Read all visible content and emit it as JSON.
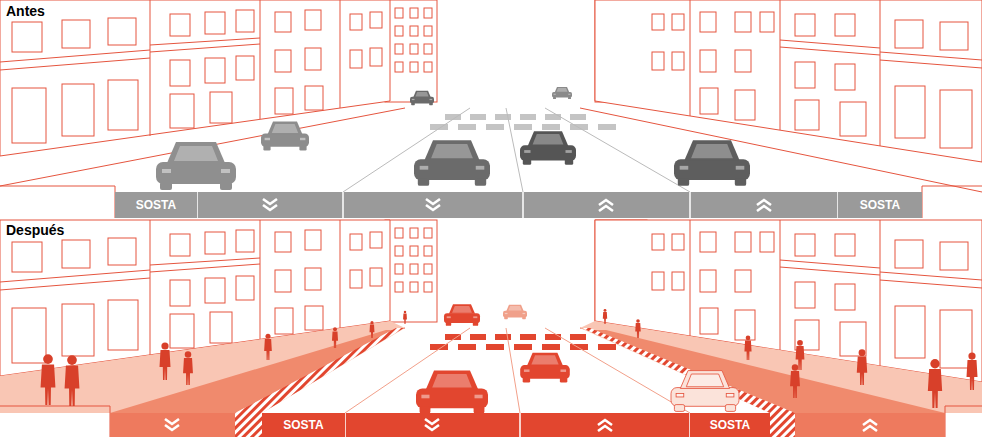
{
  "diagram": {
    "nodes": [
      {
        "text": [
          "SOSTA"
        ]
      },
      {
        "text": [
          "SOSTA"
        ]
      },
      {
        "text": [
          "SOSTA"
        ]
      },
      {
        "text": [
          "SOSTA"
        ]
      }
    ],
    "labels": [
      "Antes",
      "Después"
    ]
  }
}
